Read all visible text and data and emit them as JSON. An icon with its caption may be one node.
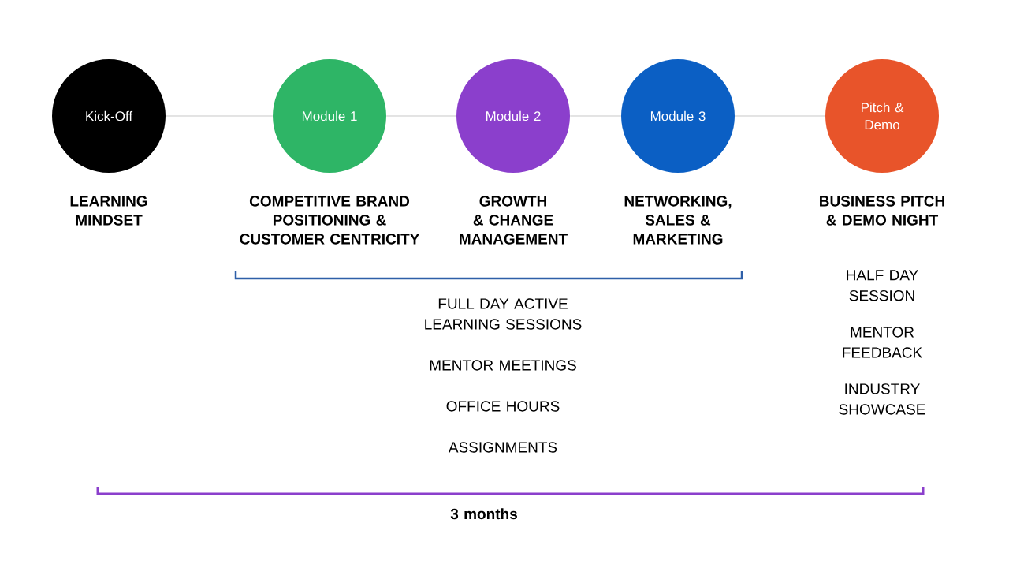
{
  "diagram": {
    "nodes": [
      {
        "text": [
          "Kick-Off"
        ],
        "beside": [
          "LEARNING MINDSET"
        ]
      },
      {
        "text": [
          "Module 1"
        ],
        "beside": [
          "COMPETITIVE BRAND POSITIONING & CUSTOMER CENTRICITY"
        ]
      },
      {
        "text": [
          "Module 2"
        ],
        "beside": [
          "GROWTH & CHANGE MANAGEMENT"
        ]
      },
      {
        "text": [
          "Module 3"
        ],
        "beside": [
          "NETWORKING, SALES & MARKETING"
        ]
      },
      {
        "text": [
          "Pitch & Demo"
        ],
        "beside": [
          "BUSINESS PITCH & DEMO NIGHT"
        ]
      }
    ],
    "edges": [
      {
        "from": 0,
        "to": 1,
        "arrow": "none"
      },
      {
        "from": 1,
        "to": 2,
        "arrow": "none"
      },
      {
        "from": 2,
        "to": 3,
        "arrow": "none"
      },
      {
        "from": 3,
        "to": 4,
        "arrow": "none"
      }
    ],
    "labels": [
      "FULL DAY ACTIVE LEARNING SESSIONS",
      "MENTOR MEETINGS",
      "OFFICE HOURS",
      "ASSIGNMENTS",
      "HALF DAY SESSION",
      "MENTOR FEEDBACK",
      "INDUSTRY SHOWCASE",
      "3 months"
    ]
  }
}
